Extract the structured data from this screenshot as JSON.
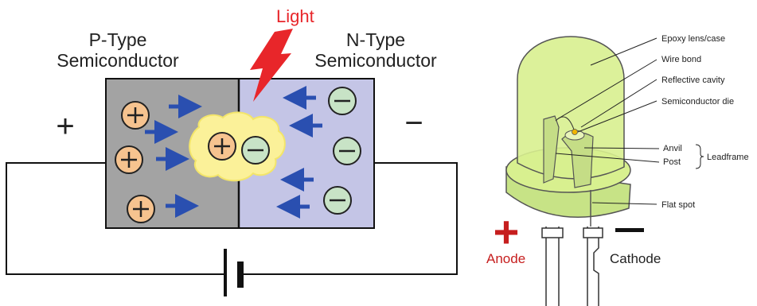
{
  "pn_junction": {
    "light_label": "Light",
    "p_type_line1": "P-Type",
    "p_type_line2": "Semiconductor",
    "n_type_line1": "N-Type",
    "n_type_line2": "Semiconductor",
    "positive_terminal": "+",
    "negative_terminal": "−"
  },
  "led": {
    "labels": {
      "epoxy": "Epoxy lens/case",
      "wire_bond": "Wire bond",
      "reflective_cavity": "Reflective cavity",
      "semiconductor_die": "Semiconductor die",
      "anvil": "Anvil",
      "post": "Post",
      "leadframe": "Leadframe",
      "flat_spot": "Flat spot"
    },
    "anode_sign": "+",
    "anode_label": "Anode",
    "cathode_sign": "−",
    "cathode_label": "Cathode"
  },
  "colors": {
    "p_region": "#a3a3a3",
    "n_region": "#c4c5e6",
    "hole_fill": "#f6c38f",
    "electron_fill": "#c8e3c6",
    "arrow": "#2a4fb0",
    "light": "#e8262a",
    "glow": "#fbf199",
    "led_body": "#d8f08f",
    "polarity_red": "#c61e1e"
  }
}
